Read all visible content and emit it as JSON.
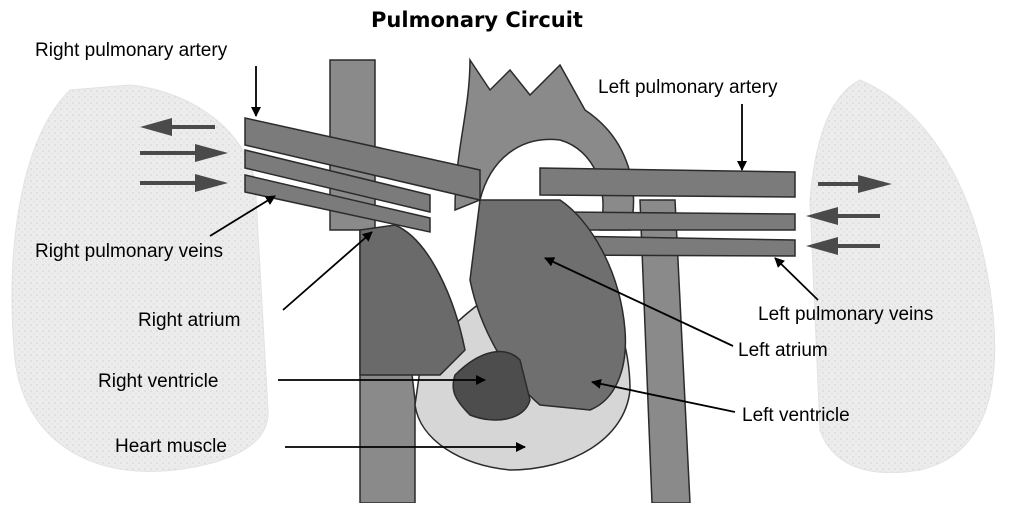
{
  "diagram": {
    "title": "Pulmonary Circuit",
    "labels": {
      "right_pulmonary_artery": "Right pulmonary artery",
      "left_pulmonary_artery": "Left pulmonary artery",
      "right_pulmonary_veins": "Right pulmonary veins",
      "left_pulmonary_veins": "Left pulmonary veins",
      "right_atrium": "Right atrium",
      "left_atrium": "Left atrium",
      "right_ventricle": "Right ventricle",
      "left_ventricle": "Left ventricle",
      "heart_muscle": "Heart muscle"
    },
    "colors": {
      "vessel": "#7b7b7b",
      "vessel_outline": "#2b2b2b",
      "chamber_dark": "#4d4d4d",
      "heart_muscle": "#d6d6d6",
      "lung": "#ececec",
      "arrow": "#4a4a4a"
    }
  }
}
